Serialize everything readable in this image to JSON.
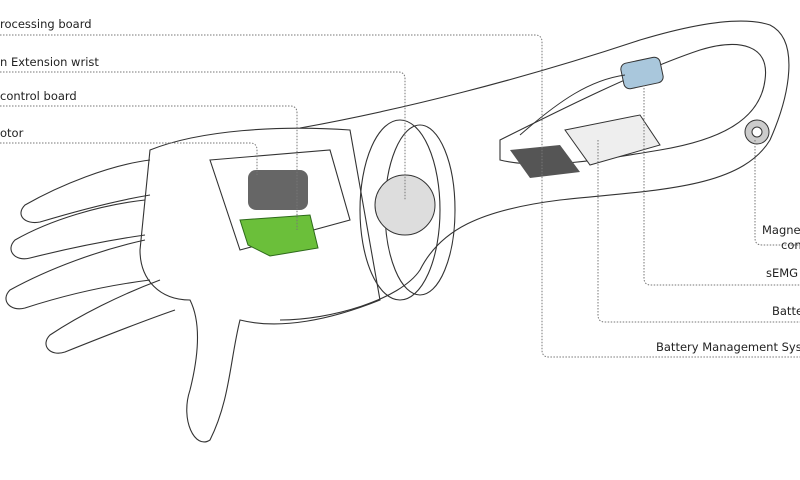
{
  "labels_left": [
    {
      "id": "processing-board",
      "text": "rocessing board"
    },
    {
      "id": "extension-wrist",
      "text": "n Extension wrist"
    },
    {
      "id": "control-board",
      "text": "control board"
    },
    {
      "id": "motor",
      "text": "otor"
    }
  ],
  "labels_right": [
    {
      "id": "magnet-connector-1",
      "text": "Magnet"
    },
    {
      "id": "magnet-connector-2",
      "text": "con"
    },
    {
      "id": "semg-sensor",
      "text": "sEMG s"
    },
    {
      "id": "battery",
      "text": "Batter"
    },
    {
      "id": "battery-management-system",
      "text": "Battery Management System"
    }
  ],
  "colors": {
    "line": "#555555",
    "board": "#6bbf3a",
    "sensor": "#a9c7dc",
    "motor": "#666666"
  }
}
